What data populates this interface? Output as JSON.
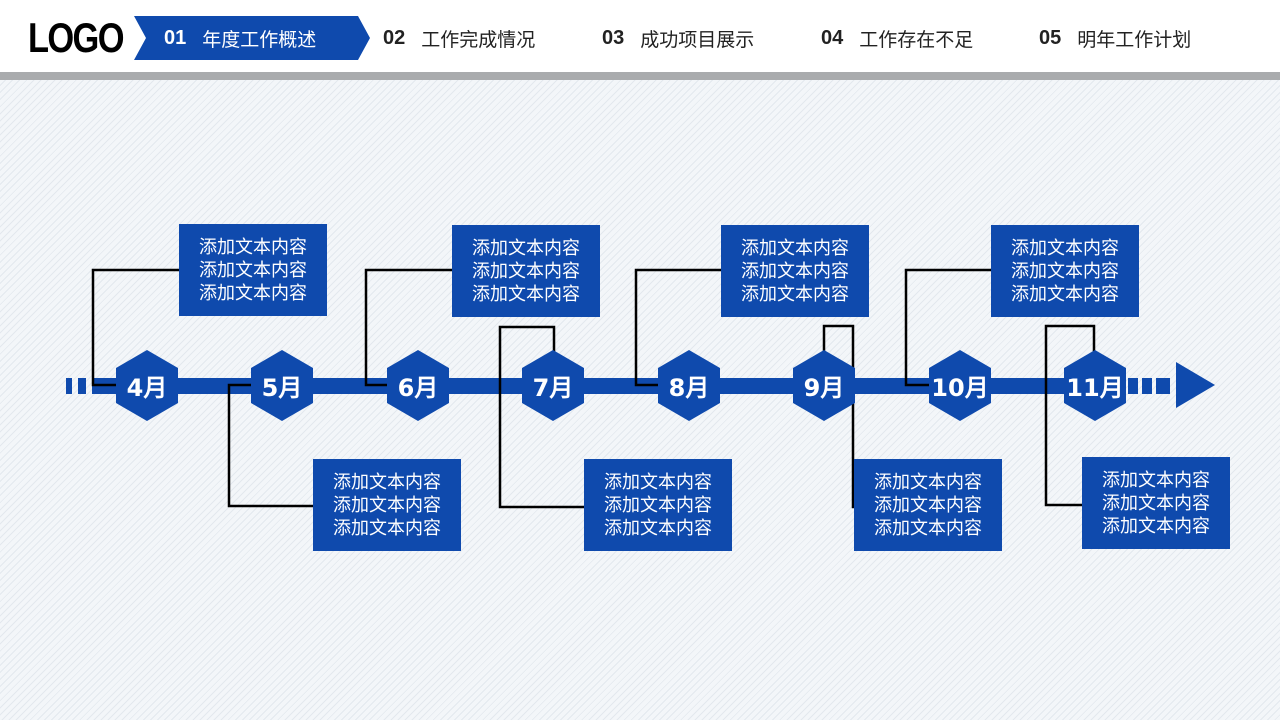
{
  "header": {
    "logo": "LOGO",
    "nav": [
      {
        "num": "01",
        "label": "年度工作概述",
        "active": true
      },
      {
        "num": "02",
        "label": "工作完成情况"
      },
      {
        "num": "03",
        "label": "成功项目展示"
      },
      {
        "num": "04",
        "label": "工作存在不足"
      },
      {
        "num": "05",
        "label": "明年工作计划"
      }
    ]
  },
  "colors": {
    "accent": "#0f4aad",
    "connector": "#000000"
  },
  "timeline": {
    "months": [
      "4月",
      "5月",
      "6月",
      "7月",
      "8月",
      "9月",
      "10月",
      "11月"
    ],
    "boxes": [
      {
        "lines": [
          "添加文本内容",
          "添加文本内容",
          "添加文本内容"
        ]
      },
      {
        "lines": [
          "添加文本内容",
          "添加文本内容",
          "添加文本内容"
        ]
      },
      {
        "lines": [
          "添加文本内容",
          "添加文本内容",
          "添加文本内容"
        ]
      },
      {
        "lines": [
          "添加文本内容",
          "添加文本内容",
          "添加文本内容"
        ]
      },
      {
        "lines": [
          "添加文本内容",
          "添加文本内容",
          "添加文本内容"
        ]
      },
      {
        "lines": [
          "添加文本内容",
          "添加文本内容",
          "添加文本内容"
        ]
      },
      {
        "lines": [
          "添加文本内容",
          "添加文本内容",
          "添加文本内容"
        ]
      },
      {
        "lines": [
          "添加文本内容",
          "添加文本内容",
          "添加文本内容"
        ]
      }
    ]
  }
}
